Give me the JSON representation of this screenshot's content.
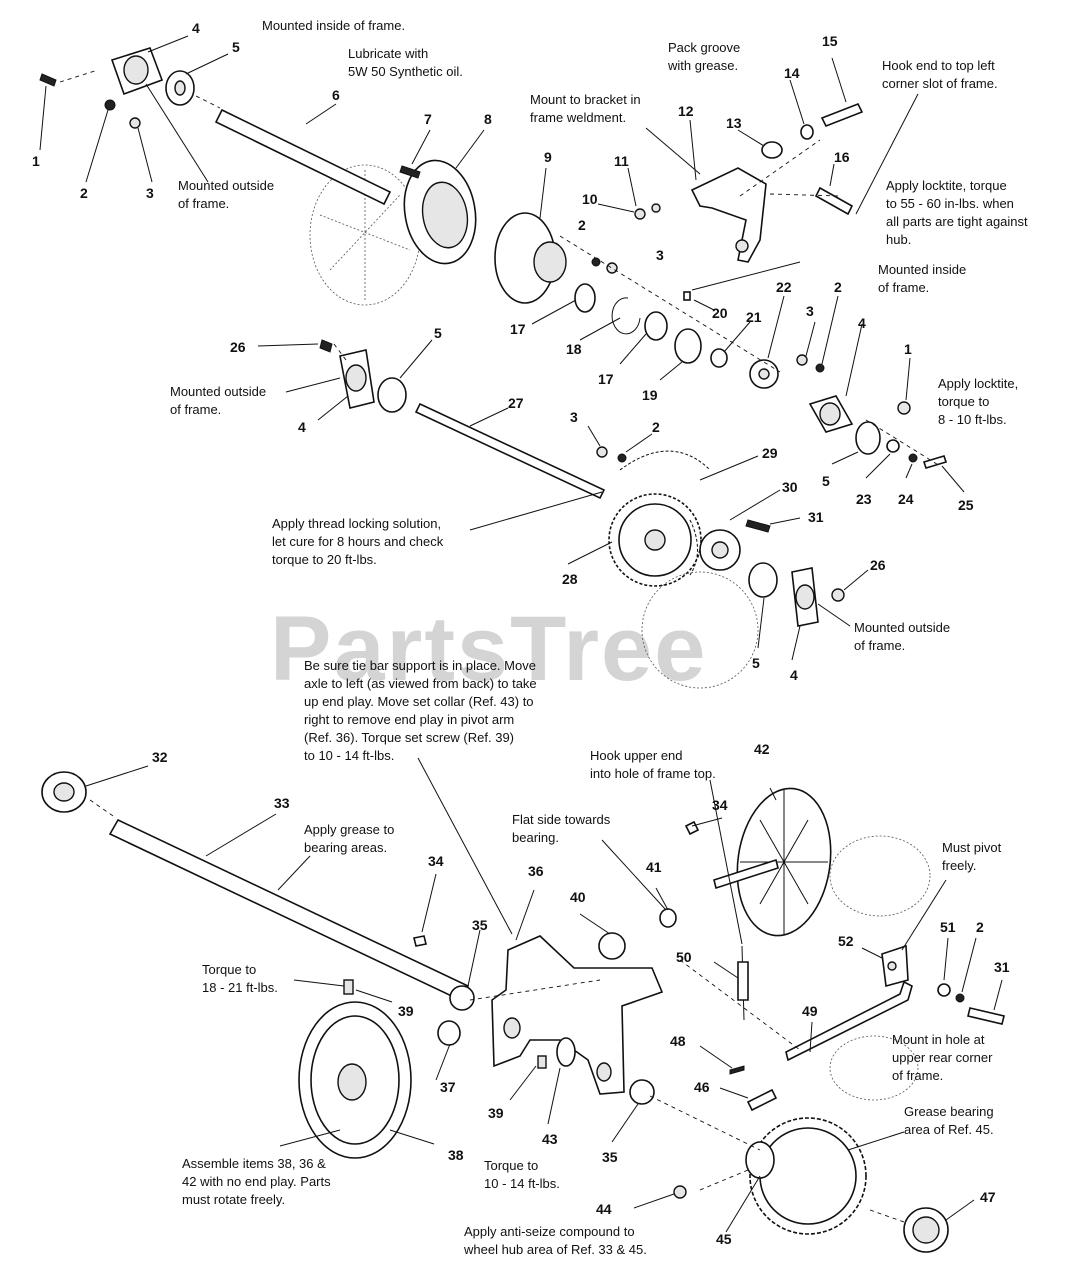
{
  "watermark": "PartsTree",
  "callouts": {
    "c1a": "1",
    "c1b": "1",
    "c2a": "2",
    "c2b": "2",
    "c2c": "2",
    "c2d": "2",
    "c2e": "2",
    "c3a": "3",
    "c3b": "3",
    "c3c": "3",
    "c3d": "3",
    "c4a": "4",
    "c4b": "4",
    "c4c": "4",
    "c4d": "4",
    "c5a": "5",
    "c5b": "5",
    "c5c": "5",
    "c5d": "5",
    "c6": "6",
    "c7": "7",
    "c8": "8",
    "c9": "9",
    "c10": "10",
    "c11": "11",
    "c12": "12",
    "c13": "13",
    "c14": "14",
    "c15": "15",
    "c16": "16",
    "c17a": "17",
    "c17b": "17",
    "c18": "18",
    "c19": "19",
    "c20": "20",
    "c21": "21",
    "c22": "22",
    "c23": "23",
    "c24": "24",
    "c25": "25",
    "c26a": "26",
    "c26b": "26",
    "c27": "27",
    "c28": "28",
    "c29": "29",
    "c30": "30",
    "c31a": "31",
    "c31b": "31",
    "c32": "32",
    "c33": "33",
    "c34a": "34",
    "c34b": "34",
    "c35a": "35",
    "c35b": "35",
    "c36": "36",
    "c37": "37",
    "c38": "38",
    "c39a": "39",
    "c39b": "39",
    "c40": "40",
    "c41": "41",
    "c42": "42",
    "c43": "43",
    "c44": "44",
    "c45": "45",
    "c46": "46",
    "c47": "47",
    "c48": "48",
    "c49": "49",
    "c50": "50",
    "c51": "51",
    "c52": "52"
  },
  "notes": {
    "mounted_inside_top": "Mounted inside of frame.",
    "lubricate": [
      "Lubricate with",
      "5W 50 Synthetic oil."
    ],
    "mounted_outside_1": [
      "Mounted outside",
      "of frame."
    ],
    "pack_groove": [
      "Pack groove",
      "with grease."
    ],
    "mount_bracket": [
      "Mount to bracket in",
      "frame weldment."
    ],
    "hook_end": [
      "Hook end to top left",
      "corner slot of frame."
    ],
    "apply_locktite_torque": [
      "Apply locktite, torque",
      "to 55 - 60 in-lbs. when",
      "all parts are tight against",
      "hub."
    ],
    "mounted_inside_right": [
      "Mounted inside",
      "of frame."
    ],
    "mounted_outside_2": [
      "Mounted outside",
      "of frame."
    ],
    "apply_locktite_right": [
      "Apply locktite,",
      "torque to",
      "8 - 10 ft-lbs."
    ],
    "apply_thread": [
      "Apply thread locking solution,",
      "let cure for 8 hours and check",
      "torque to 20 ft-lbs."
    ],
    "mounted_outside_3": [
      "Mounted outside",
      "of frame."
    ],
    "be_sure": [
      "Be sure tie bar support is in place. Move",
      "axle to left (as viewed from back) to take",
      "up end play. Move set collar (Ref. 43) to",
      "right to remove end play in pivot arm",
      "(Ref. 36). Torque set screw (Ref. 39)",
      "to 10 - 14 ft-lbs."
    ],
    "hook_upper": [
      "Hook upper end",
      "into hole of frame top."
    ],
    "apply_grease": [
      "Apply grease to",
      "bearing areas."
    ],
    "flat_side": [
      "Flat side towards",
      "bearing."
    ],
    "must_pivot": [
      "Must pivot",
      "freely."
    ],
    "torque_18": [
      "Torque to",
      "18 - 21 ft-lbs."
    ],
    "mount_in_hole": [
      "Mount in hole at",
      "upper rear corner",
      "of frame."
    ],
    "grease_bearing": [
      "Grease bearing",
      "area of Ref. 45."
    ],
    "assemble": [
      "Assemble items 38, 36 &",
      "42 with no end play. Parts",
      "must rotate freely."
    ],
    "torque_10": [
      "Torque to",
      "10 - 14 ft-lbs."
    ],
    "anti_seize": [
      "Apply anti-seize compound to",
      "wheel hub area of Ref. 33 & 45."
    ]
  }
}
